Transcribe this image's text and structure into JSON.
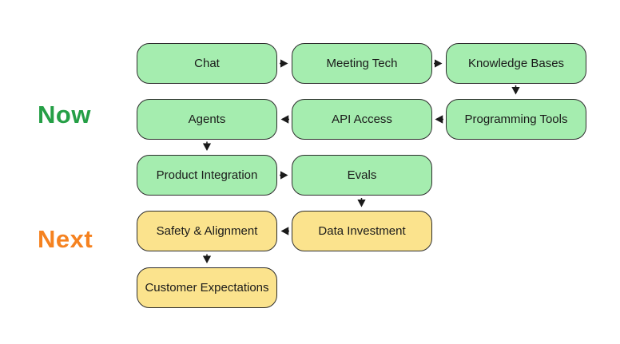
{
  "labels": {
    "now": "Now",
    "next": "Next"
  },
  "colors": {
    "now_label": "#259f46",
    "next_label": "#f58220",
    "green_fill": "#a5edaf",
    "yellow_fill": "#fbe38d",
    "border": "#2d2d2d",
    "text": "#1a1a1a",
    "arrow": "#1a1a1a"
  },
  "nodes": [
    {
      "id": "chat",
      "label": "Chat",
      "phase": "now"
    },
    {
      "id": "meeting-tech",
      "label": "Meeting Tech",
      "phase": "now"
    },
    {
      "id": "knowledge-bases",
      "label": "Knowledge Bases",
      "phase": "now"
    },
    {
      "id": "agents",
      "label": "Agents",
      "phase": "now"
    },
    {
      "id": "api-access",
      "label": "API Access",
      "phase": "now"
    },
    {
      "id": "programming-tools",
      "label": "Programming Tools",
      "phase": "now"
    },
    {
      "id": "product-integration",
      "label": "Product Integration",
      "phase": "now"
    },
    {
      "id": "evals",
      "label": "Evals",
      "phase": "now"
    },
    {
      "id": "safety-alignment",
      "label": "Safety & Alignment",
      "phase": "next"
    },
    {
      "id": "data-investment",
      "label": "Data Investment",
      "phase": "next"
    },
    {
      "id": "customer-expectations",
      "label": "Customer Expectations",
      "phase": "next"
    }
  ],
  "edges": [
    {
      "from": "chat",
      "to": "meeting-tech",
      "direction": "right"
    },
    {
      "from": "meeting-tech",
      "to": "knowledge-bases",
      "direction": "right"
    },
    {
      "from": "knowledge-bases",
      "to": "programming-tools",
      "direction": "down"
    },
    {
      "from": "programming-tools",
      "to": "api-access",
      "direction": "left"
    },
    {
      "from": "api-access",
      "to": "agents",
      "direction": "left"
    },
    {
      "from": "agents",
      "to": "product-integration",
      "direction": "down"
    },
    {
      "from": "product-integration",
      "to": "evals",
      "direction": "right"
    },
    {
      "from": "evals",
      "to": "data-investment",
      "direction": "down"
    },
    {
      "from": "data-investment",
      "to": "safety-alignment",
      "direction": "left"
    },
    {
      "from": "safety-alignment",
      "to": "customer-expectations",
      "direction": "down"
    }
  ]
}
